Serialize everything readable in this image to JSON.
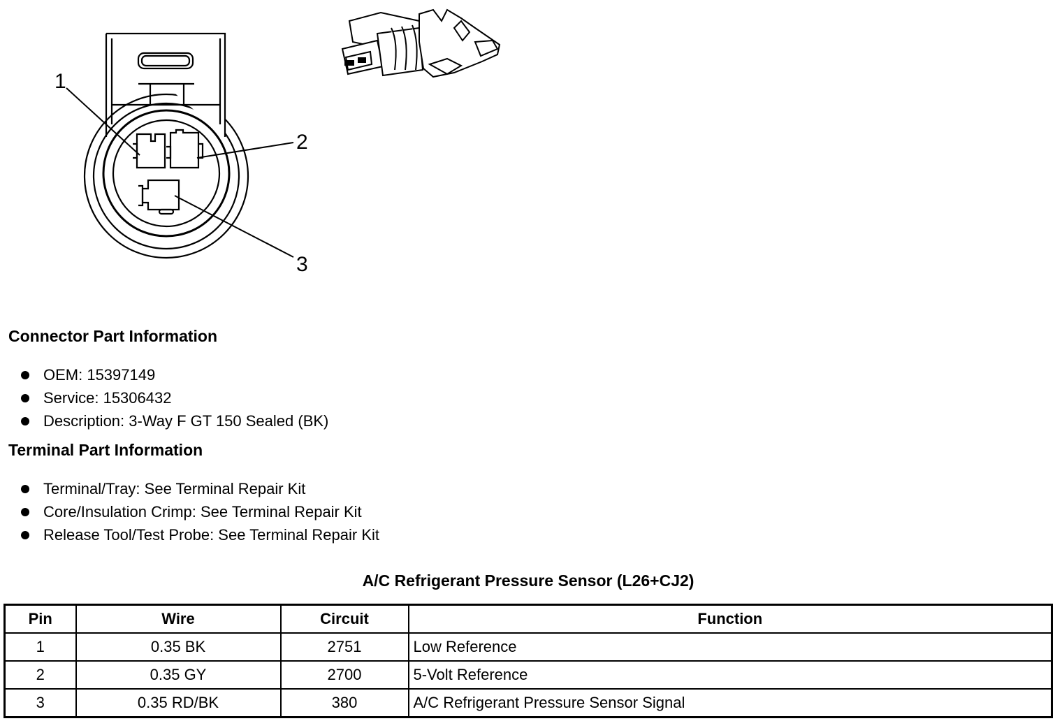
{
  "diagram": {
    "callouts": [
      "1",
      "2",
      "3"
    ]
  },
  "connector_info": {
    "heading": "Connector Part Information",
    "items": [
      "OEM: 15397149",
      "Service: 15306432",
      "Description: 3-Way F GT 150 Sealed (BK)"
    ]
  },
  "terminal_info": {
    "heading": "Terminal Part Information",
    "items": [
      "Terminal/Tray: See Terminal Repair Kit",
      "Core/Insulation Crimp: See Terminal Repair Kit",
      "Release Tool/Test Probe: See Terminal Repair Kit"
    ]
  },
  "pin_table": {
    "title": "A/C Refrigerant Pressure Sensor (L26+CJ2)",
    "headers": [
      "Pin",
      "Wire",
      "Circuit",
      "Function"
    ],
    "rows": [
      [
        "1",
        "0.35 BK",
        "2751",
        "Low Reference"
      ],
      [
        "2",
        "0.35 GY",
        "2700",
        "5-Volt Reference"
      ],
      [
        "3",
        "0.35 RD/BK",
        "380",
        "A/C Refrigerant Pressure Sensor Signal"
      ]
    ]
  }
}
